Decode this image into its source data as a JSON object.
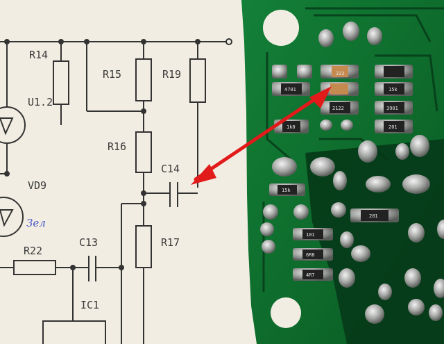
{
  "schematic": {
    "labels": {
      "r14": "R14",
      "r15": "R15",
      "r19": "R19",
      "u1": "U1.2",
      "r16": "R16",
      "c14": "C14",
      "vd9": "VD9",
      "r17": "R17",
      "c13": "C13",
      "r22": "R22",
      "ic1": "IC1"
    },
    "handwriting": "Зел"
  },
  "pcb": {
    "smd_codes": {
      "a": "4701",
      "b": "222",
      "c": "15k",
      "d": "2122",
      "e": "3901",
      "f": "201",
      "g": "1k0",
      "h": "15k",
      "i": "201",
      "j": "101",
      "k": "6R8",
      "l": "4R7"
    }
  },
  "colors": {
    "paper": "#f1ede2",
    "pcb_green": "#0f6a2a",
    "arrow_red": "#e11a1a"
  }
}
